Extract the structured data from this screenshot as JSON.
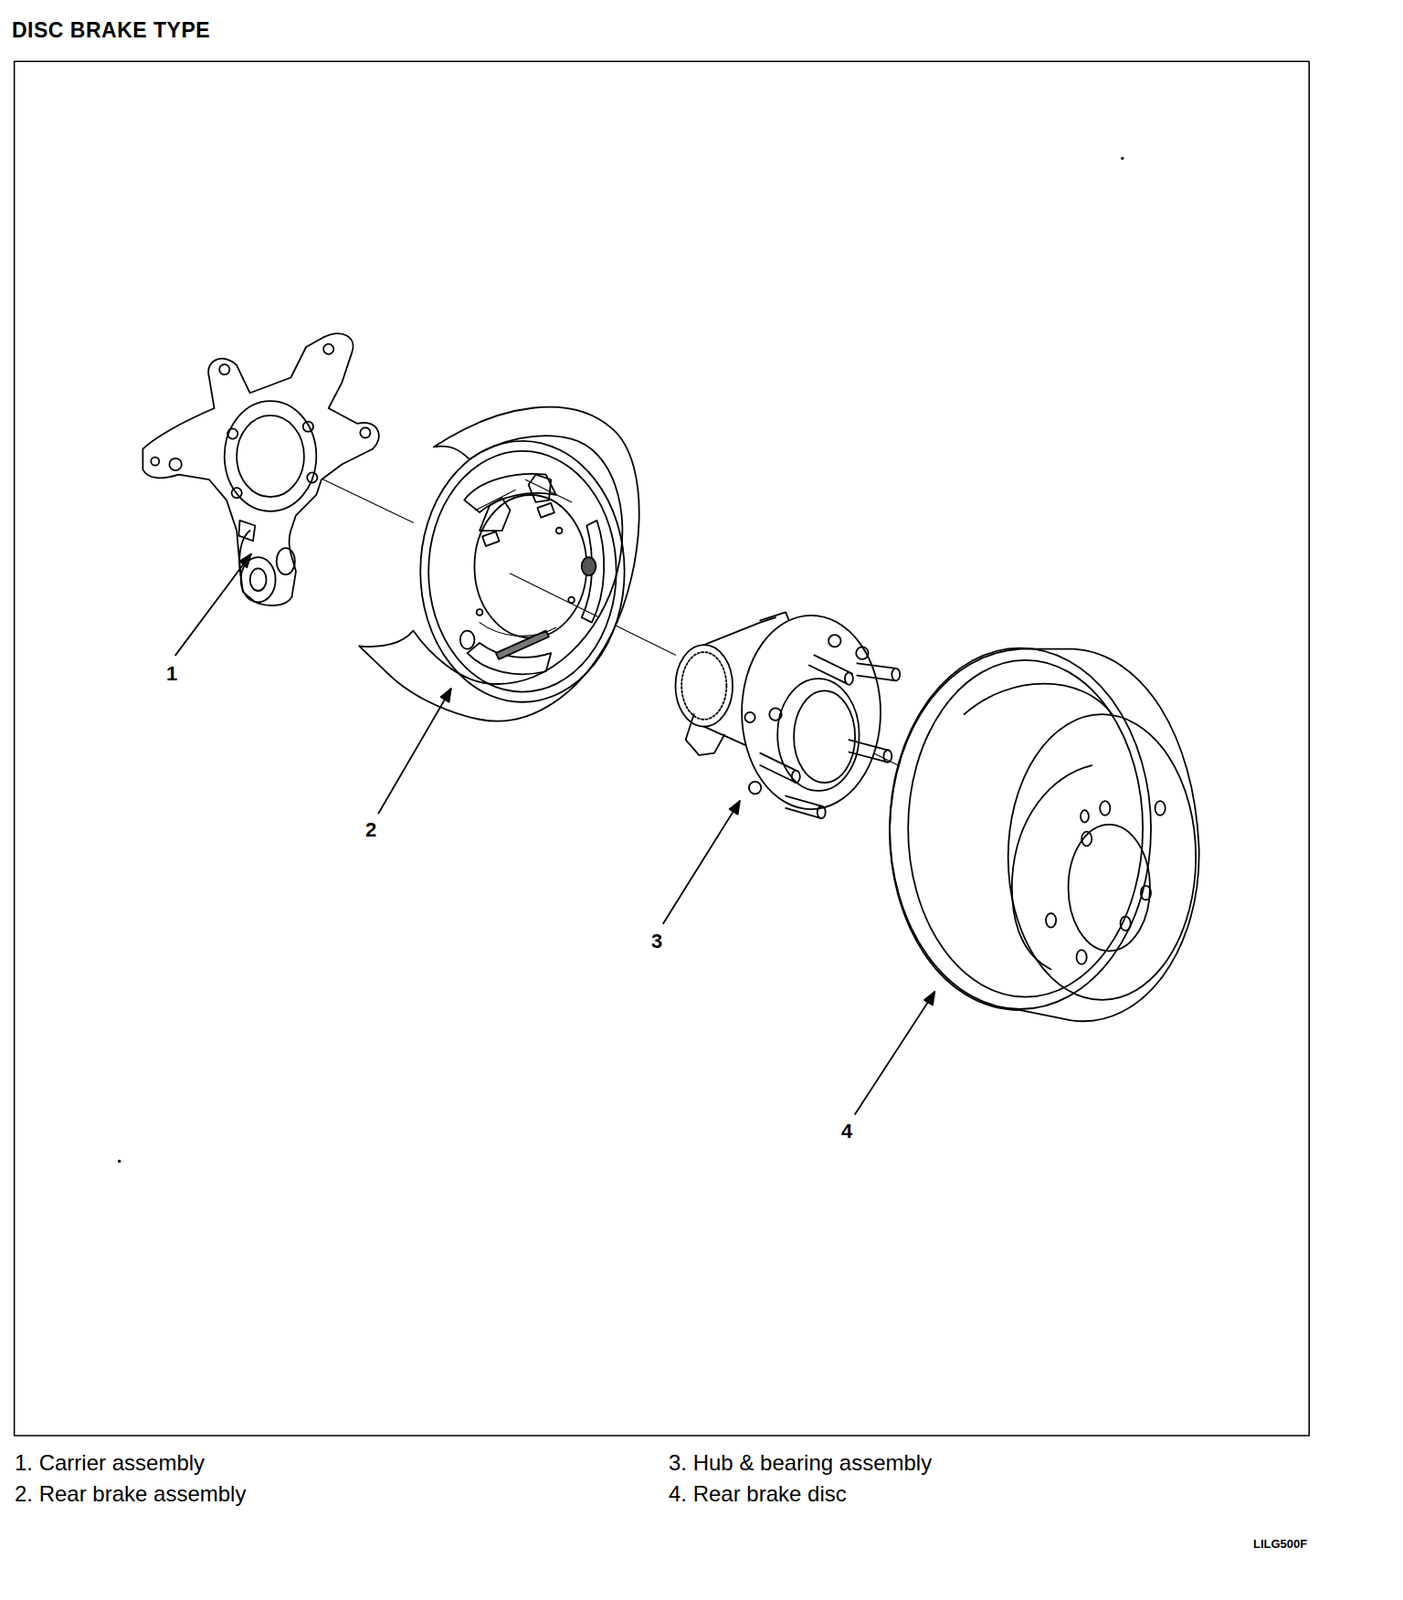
{
  "diagram": {
    "title": "DISC BRAKE TYPE",
    "labels": [
      "1",
      "2",
      "3",
      "4",
      "1. Carrier assembly",
      "2. Rear brake assembly",
      "3. Hub & bearing assembly",
      "4. Rear brake disc",
      "LILG500F"
    ]
  }
}
